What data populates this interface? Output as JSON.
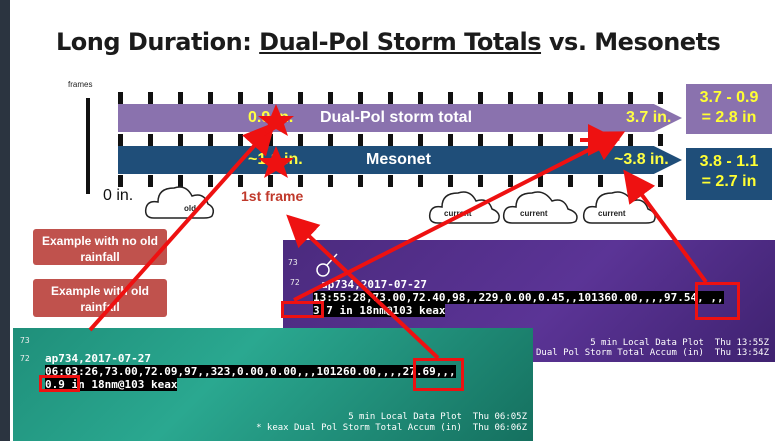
{
  "title": {
    "part1": "Long Duration: ",
    "part2": "Dual-Pol Storm Totals",
    "part3": " vs. Mesonets"
  },
  "timeline": {
    "frames_label": "frames",
    "zero_label": "0 in.",
    "first_frame_label": "1st frame"
  },
  "dualpol_band": {
    "start": "0.9 in.",
    "label": "Dual-Pol storm total",
    "end": "3.7 in."
  },
  "mesonet_band": {
    "start": "~1.1 in.",
    "label": "Mesonet",
    "end": "~3.8 in."
  },
  "result_dualpol": {
    "line1": "3.7 - 0.9",
    "line2": "= 2.8 in"
  },
  "result_mesonet": {
    "line1": "3.8 - 1.1",
    "line2": "= 2.7 in"
  },
  "clouds": {
    "old": "old",
    "current1": "current",
    "current2": "current",
    "current3": "current"
  },
  "buttons": {
    "no_old": "Example with no old rainfall",
    "with_old": "Example with old rainfall"
  },
  "panel_right": {
    "num_top": "73",
    "num_bottom": "72",
    "line1": "ap734,2017-07-27",
    "line2": "13:55:28,73.00,72.40,98,,229,0.00,0.45,,101360.00,,,,97.54, ,,",
    "value": "3.7 in",
    "line3_rest": " 18nm@103 keax",
    "footer1": "5 min Local Data Plot  Thu 13:55Z",
    "footer2": "* keax Dual Pol Storm Total Accum (in)  Thu 13:54Z"
  },
  "panel_left": {
    "num_top": "73",
    "num_bottom": "72",
    "line1": "ap734,2017-07-27",
    "line2": "06:03:26,73.00,72.09,97,,323,0.00,0.00,,,101260.00,,,,27.69,,,",
    "value": "0.9 in",
    "line3_rest": " 18nm@103 keax",
    "footer1": "5 min Local Data Plot  Thu 06:05Z",
    "footer2": "* keax Dual Pol Storm Total Accum (in)  Thu 06:06Z"
  },
  "colors": {
    "dualpol": "#8a72ae",
    "mesonet": "#1f4e79",
    "highlight": "#ffff44",
    "annotation": "#ee1111"
  }
}
